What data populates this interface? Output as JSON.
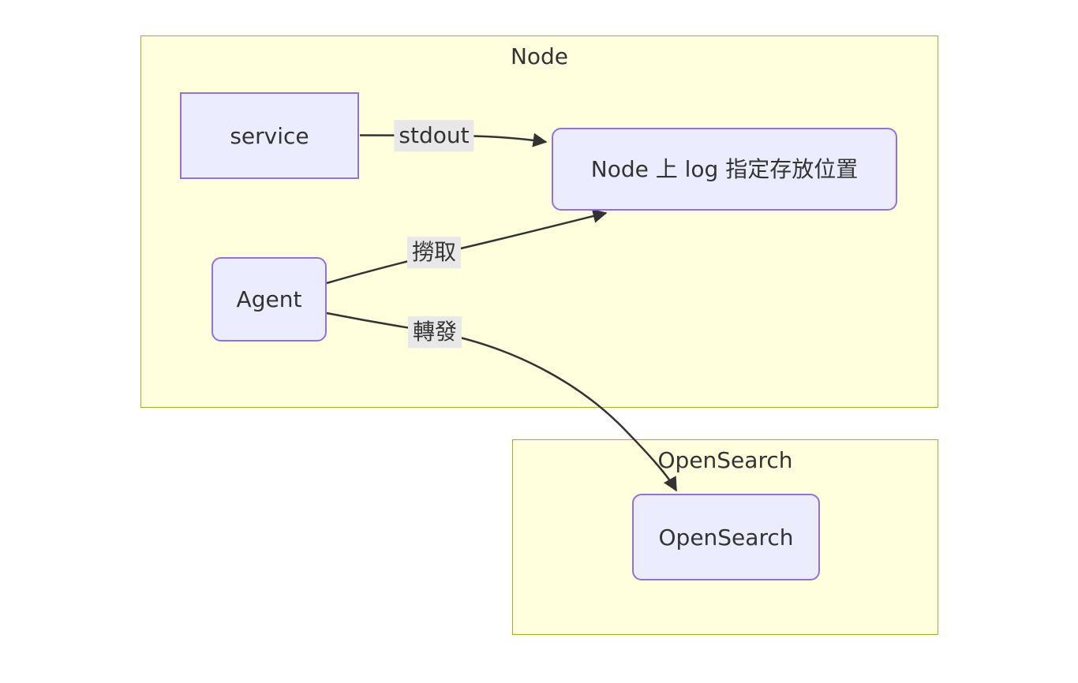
{
  "diagram": {
    "type": "flowchart",
    "clusters": [
      {
        "id": "node",
        "title": "Node"
      },
      {
        "id": "opensearch",
        "title": "OpenSearch"
      }
    ],
    "nodes": [
      {
        "id": "service",
        "label": "service",
        "shape": "rectangle",
        "cluster": "node"
      },
      {
        "id": "node-log",
        "label": "Node 上 log 指定存放位置",
        "shape": "rounded",
        "cluster": "node"
      },
      {
        "id": "agent",
        "label": "Agent",
        "shape": "rounded",
        "cluster": "node"
      },
      {
        "id": "opensearch-node",
        "label": "OpenSearch",
        "shape": "rounded",
        "cluster": "opensearch"
      }
    ],
    "edges": [
      {
        "from": "service",
        "to": "node-log",
        "label": "stdout"
      },
      {
        "from": "agent",
        "to": "node-log",
        "label": "撈取"
      },
      {
        "from": "agent",
        "to": "opensearch-node",
        "label": "轉發"
      }
    ],
    "colors": {
      "node_fill": "#ECECFF",
      "node_border": "#9370DB",
      "cluster_fill": "#FFFFDE",
      "cluster_border": "#AAAA33",
      "edge_stroke": "#333333",
      "edge_label_bg": "#E8E8E8",
      "text": "#333333",
      "page_bg": "#FFFFFF"
    }
  }
}
